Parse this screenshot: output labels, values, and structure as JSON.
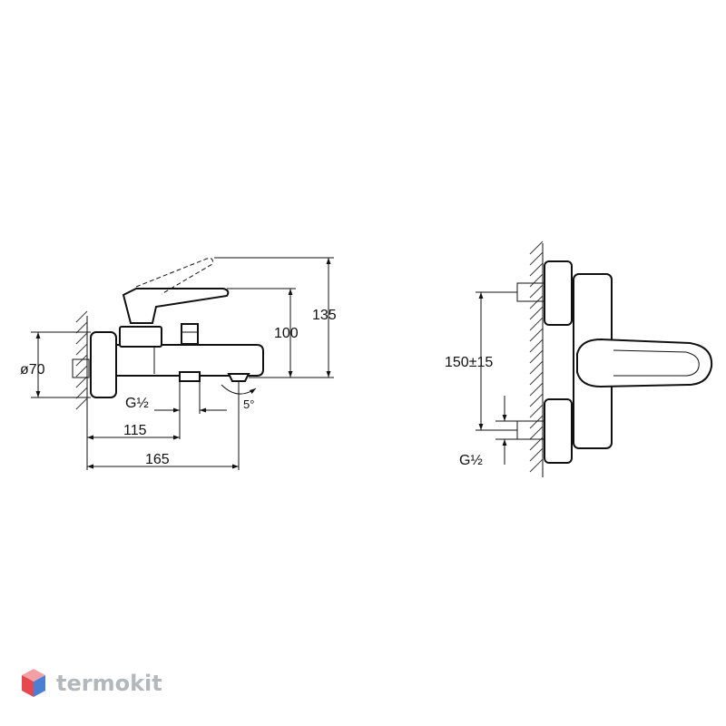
{
  "drawing": {
    "dim_diameter": "ø70",
    "dim_thread_left": "G½",
    "dim_angle": "5°",
    "dim_115": "115",
    "dim_165": "165",
    "dim_100": "100",
    "dim_135": "135",
    "dim_spacing": "150±15",
    "dim_thread_right": "G½"
  },
  "watermark": {
    "brand": "termokit",
    "colors": {
      "text": "#b3b8bd",
      "cube_left": "#e5484d",
      "cube_right": "#4a7fd4",
      "cube_top": "#f2a0a3"
    }
  }
}
